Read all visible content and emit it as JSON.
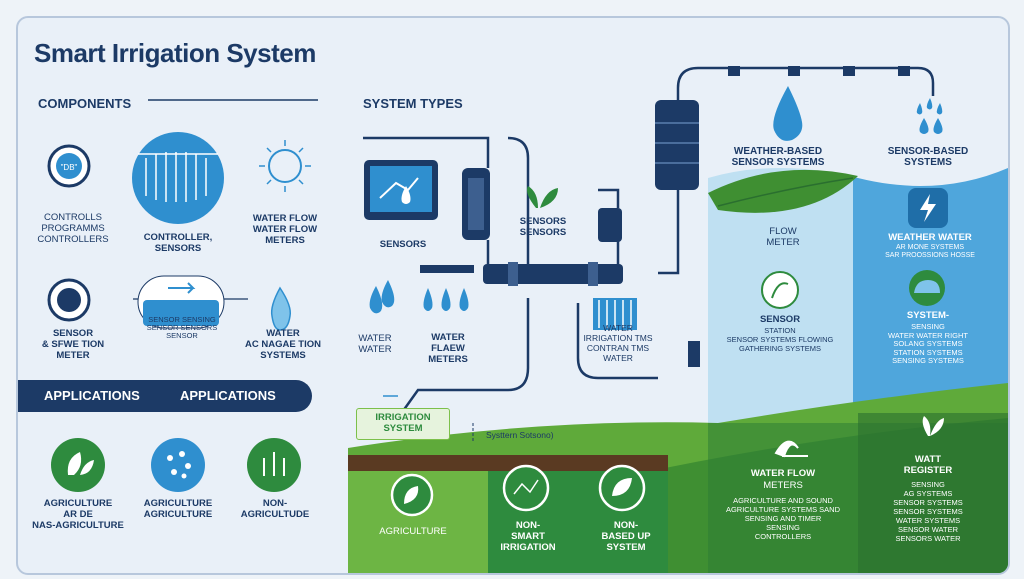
{
  "title": "Smart Irrigation System",
  "sections": {
    "components": "COMPONENTS",
    "system_types": "SYSTEM TYPES",
    "applications_1": "APPLICATIONS",
    "applications_2": "APPLICATIONS"
  },
  "components": {
    "controllers_1": "CONTROLLS\nPROGRAMMS\nCONTROLLERS",
    "controllers_2": "CONTROLLER,\nSENSORS",
    "water_flow_meters": "WATER FLOW\nWATER FLOW\nMETERS",
    "sensor_meter": "SENSOR\n& SFWE TION\nMETER",
    "screen_label": "SENSOR SENSING\nSENSOR SENSORS\nSENSOR",
    "water_systems": "WATER\nAC NAGAE TION\nSYSTEMS",
    "gauge_text": "\"DB\""
  },
  "applications": {
    "agriculture": "AGRICULTURE\nAR DE\nNAS-AGRICULTURE",
    "agriculture_2": "AGRICULTURE\nAGRICULTURE",
    "non_agriculture": "NON-\nAGRICULTUDE"
  },
  "system_types": {
    "sensors": "SENSORS",
    "sensors_2": "SENSORS\nSENSORS",
    "water_water": "WATER\nWATER",
    "water_flow_meters": "WATER\nFLAEW\nMETERS",
    "water_systems": "WATER\nIRRIGATION TMS\nCONTRAN TMS\nWATER",
    "irrigation_system": "IRRIGATION\nSYSTEM",
    "system_note": "Systtern Sotsono)"
  },
  "right_panel": {
    "weather_based": "WEATHER-BASED\nSENSOR SYSTEMS",
    "sensor_based": "SENSOR-BASED\nSYSTEMS",
    "flow_meter": "FLOW\nMETER",
    "weather_water": "WEATHER WATER",
    "weather_water_sub": "AR MONE SYSTEMS\nSAR PROOSSIONS HOSSE",
    "sensor": "SENSOR",
    "sensor_desc": "STATION\nSENSOR SYSTEMS FLOWING\nGATHERING SYSTEMS",
    "system": "SYSTEM-",
    "system_desc": "SENSING\nWATER WATER RIGHT\nSOLANG SYSTEMS\nSTATION SYSTEMS\nSENSING SYSTEMS",
    "water_flow": "WATER FLOW",
    "water_flow_sub": "METERS",
    "water_flow_desc": "AGRICULTURE AND SOUND\nAGRICULTURE SYSTEMS SAND\nSENSING AND TIMER\nSENSING\nCONTROLLERS",
    "watt_register": "WATT\nREGISTER",
    "watt_desc": "SENSING\nAG SYSTEMS\nSENSOR SYSTEMS\nSENSOR SYSTEMS\nWATER SYSTEMS\nSENSOR WATER\nSENSORS WATER"
  },
  "bottom": {
    "agriculture": "AGRICULTURE",
    "non_irrigation": "NON-\nSMART\nIRRIGATION",
    "non_system": "NON-\nBASED UP\nSYSTEM"
  },
  "colors": {
    "navy": "#1c3a66",
    "blue": "#2f8fcf",
    "light_blue": "#7fc3ea",
    "green": "#2e8b3e",
    "light_green": "#7cc04a",
    "soil": "#5a3a22"
  }
}
